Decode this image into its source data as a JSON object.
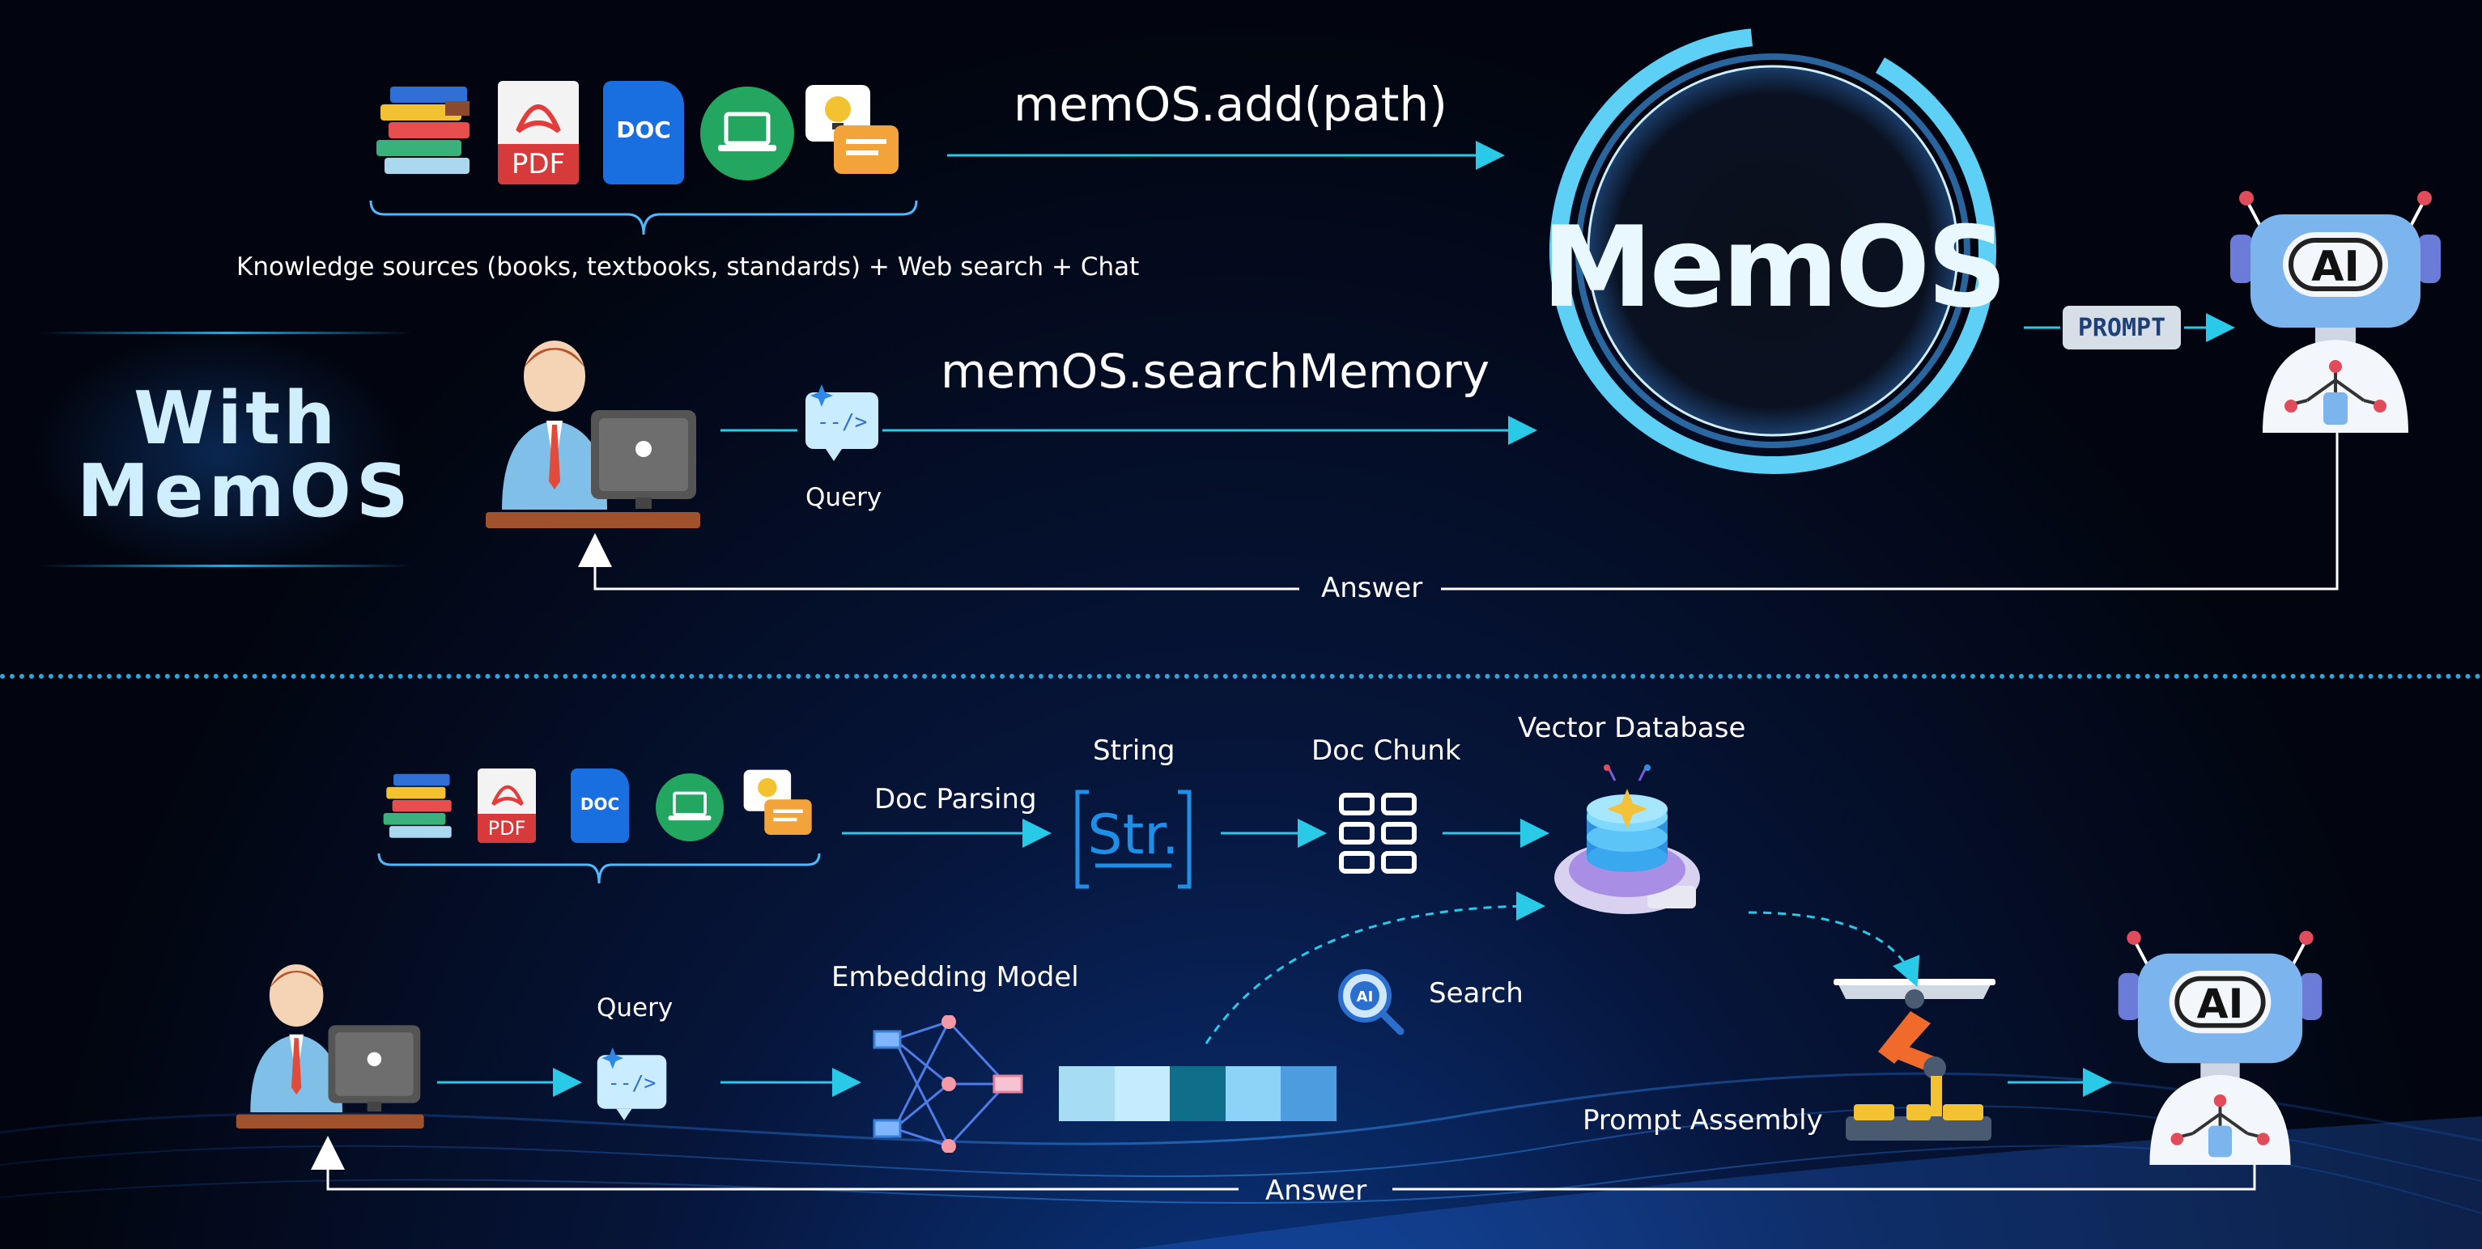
{
  "top": {
    "sources_caption": "Knowledge sources (books, textbooks, standards) + Web search + Chat",
    "add_call": "memOS.add(path)",
    "search_call": "memOS.searchMemory",
    "query_label": "Query",
    "answer_label": "Answer",
    "prompt_tag": "PROMPT",
    "memos_logo": "MemOS",
    "with_line1": "With",
    "with_line2": "MemOS",
    "pdf_label": "PDF",
    "doc_label": "DOC",
    "robot_ai": "AI"
  },
  "bottom": {
    "doc_parsing": "Doc Parsing",
    "string_label": "String",
    "str_glyph": "Str.",
    "doc_chunk": "Doc Chunk",
    "vector_db": "Vector Database",
    "query_label": "Query",
    "embedding_model": "Embedding Model",
    "search_label": "Search",
    "search_icon_text": "AI",
    "prompt_assembly": "Prompt Assembly",
    "answer_label": "Answer",
    "pdf_label": "PDF",
    "doc_label": "DOC",
    "robot_ai": "AI"
  },
  "colors": {
    "arrow": "#29c9e8",
    "accent_blue": "#1a73e8",
    "memos_ring": "#5fd0f5",
    "divider": "#2fa6d8"
  }
}
